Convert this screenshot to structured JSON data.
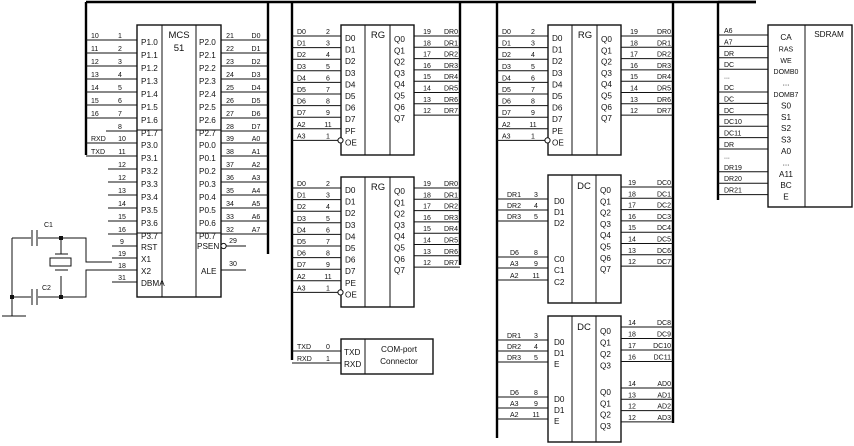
{
  "mcu": {
    "title": [
      "MCS",
      "51"
    ],
    "p1": {
      "left": [
        [
          "10",
          "1"
        ],
        [
          "11",
          "2"
        ],
        [
          "12",
          "3"
        ],
        [
          "13",
          "4"
        ],
        [
          "14",
          "5"
        ],
        [
          "15",
          "6"
        ],
        [
          "16",
          "7"
        ],
        [
          "",
          "8"
        ]
      ],
      "pins": [
        "P1.0",
        "P1.1",
        "P1.2",
        "P1.3",
        "P1.4",
        "P1.5",
        "P1.6",
        "P1.7"
      ]
    },
    "p3": {
      "left": [
        [
          "RXD",
          "10"
        ],
        [
          "TXD",
          "11"
        ],
        [
          "",
          "12"
        ],
        [
          "",
          "12"
        ],
        [
          "",
          "13"
        ],
        [
          "",
          "14"
        ],
        [
          "",
          "15"
        ],
        [
          "",
          "16"
        ]
      ],
      "pins": [
        "P3.0",
        "P3.1",
        "P3.2",
        "P3.3",
        "P3.4",
        "P3.5",
        "P3.6",
        "P3.7"
      ]
    },
    "ctrl": {
      "left": [
        [
          "",
          "9"
        ],
        [
          "",
          "19"
        ],
        [
          "",
          "18"
        ],
        [
          "",
          "31"
        ]
      ],
      "pins": [
        "RST",
        "X1",
        "X2",
        "DBMA"
      ]
    },
    "p2": {
      "pins": [
        "P2.0",
        "P2.1",
        "P2.2",
        "P2.3",
        "P2.4",
        "P2.5",
        "P2.6",
        "P2.7"
      ],
      "right": [
        [
          "21",
          "D0"
        ],
        [
          "22",
          "D1"
        ],
        [
          "23",
          "D2"
        ],
        [
          "24",
          "D3"
        ],
        [
          "25",
          "D4"
        ],
        [
          "26",
          "D5"
        ],
        [
          "27",
          "D6"
        ],
        [
          "28",
          "D7"
        ]
      ]
    },
    "p0": {
      "pins": [
        "P0.0",
        "P0.1",
        "P0.2",
        "P0.3",
        "P0.4",
        "P0.5",
        "P0.6",
        "P0.7"
      ],
      "right": [
        [
          "39",
          "A0"
        ],
        [
          "38",
          "A1"
        ],
        [
          "37",
          "A2"
        ],
        [
          "36",
          "A3"
        ],
        [
          "35",
          "A4"
        ],
        [
          "34",
          "A5"
        ],
        [
          "33",
          "A6"
        ],
        [
          "32",
          "A7"
        ]
      ]
    },
    "psen": {
      "pin": "PSEN",
      "num": "29"
    },
    "ale": {
      "pin": "ALE",
      "num": "30"
    }
  },
  "osc": {
    "c1": "C1",
    "c2": "C2"
  },
  "reg1": {
    "title": "RG",
    "left": [
      [
        "D0",
        "2"
      ],
      [
        "D1",
        "3"
      ],
      [
        "D2",
        "4"
      ],
      [
        "D3",
        "5"
      ],
      [
        "D4",
        "6"
      ],
      [
        "D5",
        "7"
      ],
      [
        "D6",
        "8"
      ],
      [
        "D7",
        "9"
      ],
      [
        "A2",
        "11"
      ],
      [
        "A3",
        "1"
      ]
    ],
    "pins_in": [
      "D0",
      "D1",
      "D2",
      "D3",
      "D4",
      "D5",
      "D6",
      "D7",
      "PF",
      "OE"
    ],
    "pins_out": [
      "Q0",
      "Q1",
      "Q2",
      "Q3",
      "Q4",
      "Q5",
      "Q6",
      "Q7"
    ],
    "right": [
      [
        "19",
        "DR0"
      ],
      [
        "18",
        "DR1"
      ],
      [
        "17",
        "DR2"
      ],
      [
        "16",
        "DR3"
      ],
      [
        "15",
        "DR4"
      ],
      [
        "14",
        "DR5"
      ],
      [
        "13",
        "DR6"
      ],
      [
        "12",
        "DR7"
      ]
    ]
  },
  "reg2": {
    "title": "RG",
    "left": [
      [
        "D0",
        "2"
      ],
      [
        "D1",
        "3"
      ],
      [
        "D2",
        "4"
      ],
      [
        "D3",
        "5"
      ],
      [
        "D4",
        "6"
      ],
      [
        "D5",
        "7"
      ],
      [
        "D6",
        "8"
      ],
      [
        "D7",
        "9"
      ],
      [
        "A2",
        "11"
      ],
      [
        "A3",
        "1"
      ]
    ],
    "pins_in": [
      "D0",
      "D1",
      "D2",
      "D3",
      "D4",
      "D5",
      "D6",
      "D7",
      "PE",
      "OE"
    ],
    "pins_out": [
      "Q0",
      "Q1",
      "Q2",
      "Q3",
      "Q4",
      "Q5",
      "Q6",
      "Q7"
    ],
    "right": [
      [
        "19",
        "DR0"
      ],
      [
        "18",
        "DR1"
      ],
      [
        "17",
        "DR2"
      ],
      [
        "16",
        "DR3"
      ],
      [
        "15",
        "DR4"
      ],
      [
        "14",
        "DR5"
      ],
      [
        "13",
        "DR6"
      ],
      [
        "12",
        "DR7"
      ]
    ]
  },
  "reg3": {
    "title": "RG",
    "left": [
      [
        "D0",
        "2"
      ],
      [
        "D1",
        "3"
      ],
      [
        "D2",
        "4"
      ],
      [
        "D3",
        "5"
      ],
      [
        "D4",
        "6"
      ],
      [
        "D5",
        "7"
      ],
      [
        "D6",
        "8"
      ],
      [
        "D7",
        "9"
      ],
      [
        "A2",
        "11"
      ],
      [
        "A3",
        "1"
      ]
    ],
    "pins_in": [
      "D0",
      "D1",
      "D2",
      "D3",
      "D4",
      "D5",
      "D6",
      "D7",
      "PE",
      "OE"
    ],
    "pins_out": [
      "Q0",
      "Q1",
      "Q2",
      "Q3",
      "Q4",
      "Q5",
      "Q6",
      "Q7"
    ],
    "right": [
      [
        "19",
        "DR0"
      ],
      [
        "18",
        "DR1"
      ],
      [
        "17",
        "DR2"
      ],
      [
        "16",
        "DR3"
      ],
      [
        "15",
        "DR4"
      ],
      [
        "14",
        "DR5"
      ],
      [
        "13",
        "DR6"
      ],
      [
        "12",
        "DR7"
      ]
    ]
  },
  "com": {
    "title": [
      "COM-port",
      "Connector"
    ],
    "left": [
      [
        "TXD",
        "0"
      ],
      [
        "RXD",
        "1"
      ]
    ],
    "pins": [
      "TXD",
      "RXD"
    ]
  },
  "dec1": {
    "title": "DC",
    "left_top": [
      [
        "DR1",
        "3"
      ],
      [
        "DR2",
        "4"
      ],
      [
        "DR3",
        "5"
      ]
    ],
    "left_bot": [
      [
        "D6",
        "8"
      ],
      [
        "A3",
        "9"
      ],
      [
        "A2",
        "11"
      ]
    ],
    "pins_top": [
      "D0",
      "D1",
      "D2"
    ],
    "pins_bot": [
      "C0",
      "C1",
      "C2"
    ],
    "pins_out": [
      "Q0",
      "Q1",
      "Q2",
      "Q3",
      "Q4",
      "Q5",
      "Q6",
      "Q7"
    ],
    "right": [
      [
        "19",
        "DC0"
      ],
      [
        "18",
        "DC1"
      ],
      [
        "17",
        "DC2"
      ],
      [
        "16",
        "DC3"
      ],
      [
        "15",
        "DC4"
      ],
      [
        "14",
        "DC5"
      ],
      [
        "13",
        "DC6"
      ],
      [
        "12",
        "DC7"
      ]
    ]
  },
  "dec2": {
    "title": "DC",
    "left_top": [
      [
        "DR1",
        "3"
      ],
      [
        "DR2",
        "4"
      ],
      [
        "DR3",
        "5"
      ]
    ],
    "left_bot": [
      [
        "D6",
        "8"
      ],
      [
        "A3",
        "9"
      ],
      [
        "A2",
        "11"
      ]
    ],
    "pins_top": [
      "D0",
      "D1",
      "E"
    ],
    "pins_bot": [
      "D0",
      "D1",
      "E"
    ],
    "pins_out_top": [
      "Q0",
      "Q1",
      "Q2",
      "Q3"
    ],
    "pins_out_bot": [
      "Q0",
      "Q1",
      "Q2",
      "Q3"
    ],
    "right_top": [
      [
        "14",
        "DC8"
      ],
      [
        "18",
        "DC9"
      ],
      [
        "17",
        "DC10"
      ],
      [
        "16",
        "DC11"
      ]
    ],
    "right_bot": [
      [
        "14",
        "AD0"
      ],
      [
        "13",
        "AD1"
      ],
      [
        "12",
        "AD2"
      ],
      [
        "12",
        "AD3"
      ]
    ]
  },
  "sdram": {
    "title": "SDRAM",
    "left": [
      "A6",
      "A7",
      "DR",
      "DC",
      "...",
      "DC",
      "DC",
      "DC",
      "DC10",
      "DC11",
      "DR",
      "...",
      "DR19",
      "DR20",
      "DR21"
    ],
    "pins": [
      "CA",
      "RAS",
      "WE",
      "DOMB0",
      "...",
      "DOMB7",
      "S0",
      "S1",
      "S2",
      "S3",
      "A0",
      "...",
      "A11",
      "BC",
      "E"
    ]
  }
}
